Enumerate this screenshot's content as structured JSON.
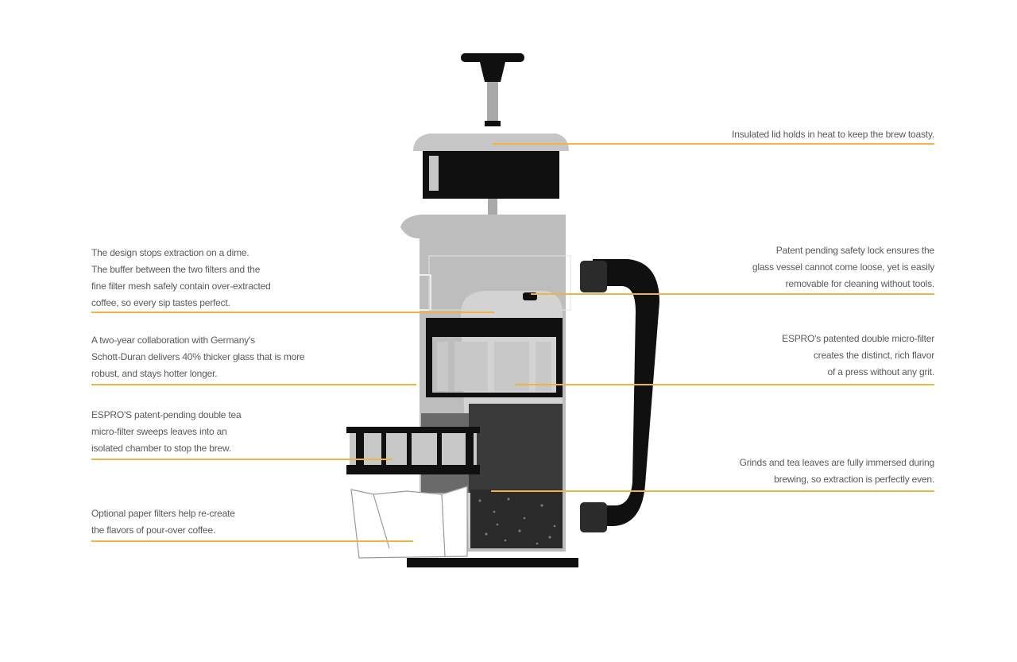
{
  "colors": {
    "leader": "#F0B446",
    "text": "#5A5A5A",
    "dark": "#101010",
    "steel": "#A9A9A9",
    "glass": "#C8C8C8",
    "shell": "#BDBDBD",
    "brew": "#3A3A3A"
  },
  "callouts": {
    "lid": {
      "lines": [
        "Insulated lid holds in heat to keep the brew toasty."
      ]
    },
    "design_stops": {
      "lines": [
        "The design stops extraction on a dime.",
        "The buffer between the two filters and the",
        "fine filter mesh safely contain over-extracted",
        "coffee, so every sip tastes perfect."
      ]
    },
    "safety_lock": {
      "lines": [
        "Patent pending safety lock ensures the",
        "glass vessel cannot come loose, yet is easily",
        "removable for cleaning without tools."
      ]
    },
    "glass": {
      "lines": [
        "A two-year collaboration with Germany's",
        "Schott-Duran delivers 40% thicker glass that is more",
        "robust, and stays hotter longer."
      ]
    },
    "double_filter": {
      "lines": [
        "ESPRO's patented double micro-filter",
        "creates the distinct, rich flavor",
        "of a press without any grit."
      ]
    },
    "tea_filter": {
      "lines": [
        "ESPRO'S patent-pending double tea",
        "micro-filter sweeps leaves into an",
        "isolated chamber to stop the brew."
      ]
    },
    "grinds": {
      "lines": [
        "Grinds and tea leaves are fully immersed during",
        "brewing, so extraction is perfectly even."
      ]
    },
    "paper_filters": {
      "lines": [
        "Optional paper filters help re-create",
        "the flavors of pour-over coffee."
      ]
    }
  }
}
